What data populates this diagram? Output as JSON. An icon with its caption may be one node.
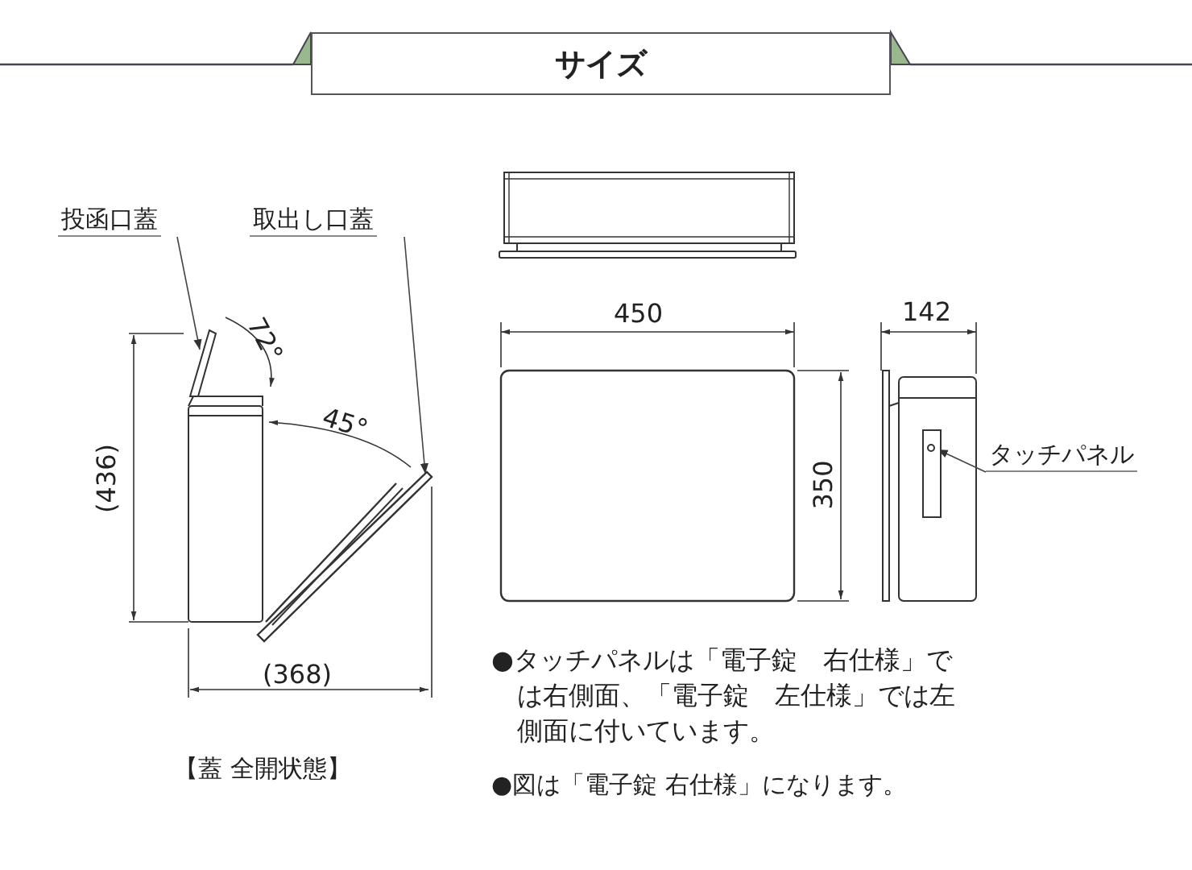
{
  "diagram": {
    "title": "サイズ",
    "nodes": [
      {
        "text": [
          "投函口蓋"
        ]
      },
      {
        "text": [],
        "shape": "picture"
      },
      {
        "text": [
          "取出し口蓋"
        ]
      },
      {
        "text": [],
        "shape": "picture"
      },
      {
        "text": [
          "タッチパネル"
        ]
      },
      {
        "text": [],
        "shape": "picture"
      }
    ],
    "edges": [
      {
        "from": 0,
        "to": 1,
        "arrow": "to"
      },
      {
        "from": 2,
        "to": 3,
        "arrow": "to"
      },
      {
        "from": 4,
        "to": 5,
        "arrow": "to"
      }
    ],
    "labels": [
      "72°",
      "45°",
      "(436)",
      "(368)",
      "450",
      "350",
      "142",
      "【蓋 全開状態】",
      "●タッチパネルは「電子錠　右仕様」では右側面、「電子錠　左仕様」では左側面に付いています。",
      "●図は「電子錠 右仕様」になります。"
    ]
  }
}
